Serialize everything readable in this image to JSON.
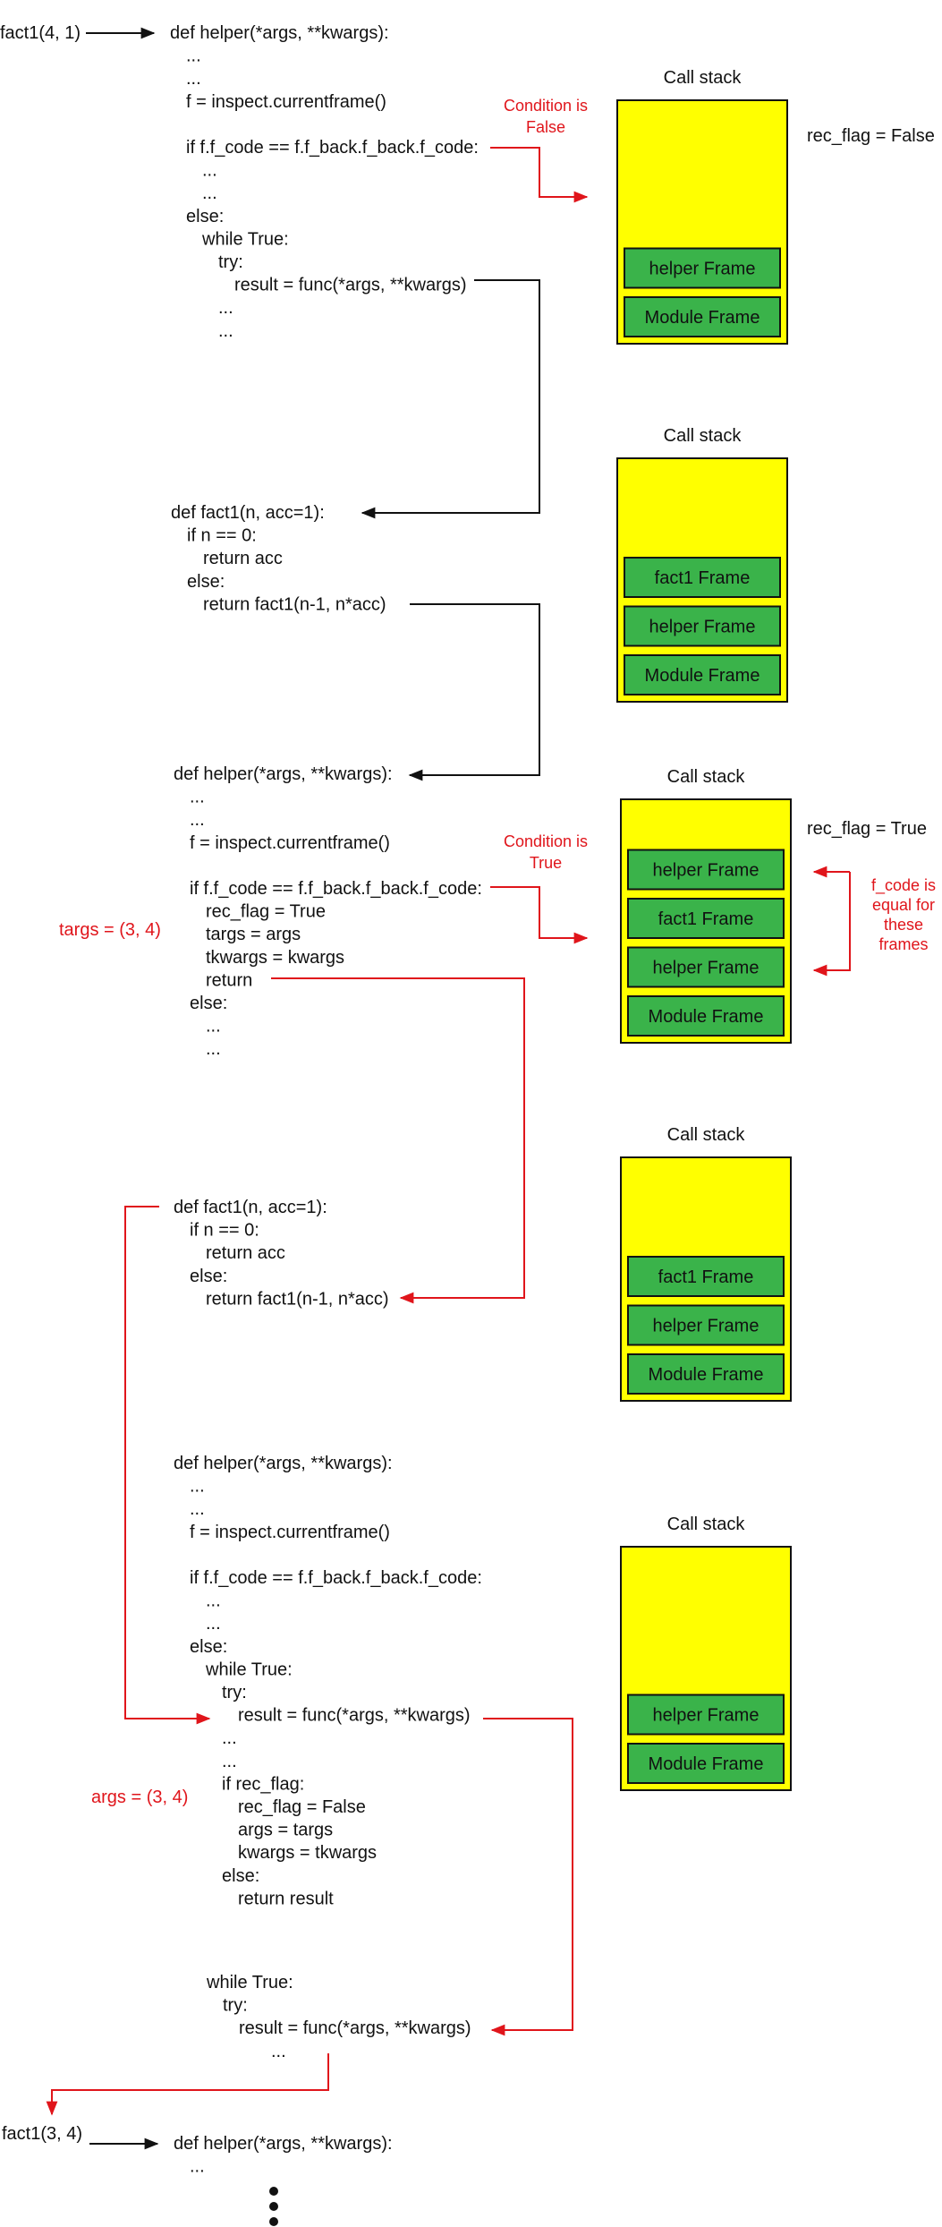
{
  "colors": {
    "stack_fill": "#ffff00",
    "frame_fill": "#3ab34a",
    "black_arrow": "#111111",
    "red_arrow": "#e0151b"
  },
  "call_start": "fact1(4, 1)",
  "call_end": "fact1(3, 4)",
  "continuation_icon": "vertical-ellipsis",
  "blocks": [
    {
      "name": "helper-block-1",
      "lines": [
        {
          "t": "def helper(*args, **kwargs):",
          "i": 0
        },
        {
          "t": "...",
          "i": 1
        },
        {
          "t": "...",
          "i": 1
        },
        {
          "t": "f = inspect.currentframe()",
          "i": 1
        },
        {
          "t": "",
          "i": 1
        },
        {
          "t": "if f.f_code == f.f_back.f_back.f_code:",
          "i": 1
        },
        {
          "t": "...",
          "i": 2
        },
        {
          "t": "...",
          "i": 2
        },
        {
          "t": "else:",
          "i": 1
        },
        {
          "t": "while True:",
          "i": 2
        },
        {
          "t": "try:",
          "i": 3
        },
        {
          "t": "result = func(*args, **kwargs)",
          "i": 4
        },
        {
          "t": "...",
          "i": 3
        },
        {
          "t": "...",
          "i": 3
        }
      ]
    },
    {
      "name": "fact1-block-1",
      "lines": [
        {
          "t": "def fact1(n, acc=1):",
          "i": 0
        },
        {
          "t": "if n == 0:",
          "i": 1
        },
        {
          "t": "return acc",
          "i": 2
        },
        {
          "t": "else:",
          "i": 1
        },
        {
          "t": "return fact1(n-1, n*acc)",
          "i": 2
        }
      ]
    },
    {
      "name": "helper-block-2",
      "lines": [
        {
          "t": "def helper(*args, **kwargs):",
          "i": 0
        },
        {
          "t": "...",
          "i": 1
        },
        {
          "t": "...",
          "i": 1
        },
        {
          "t": "f = inspect.currentframe()",
          "i": 1
        },
        {
          "t": "",
          "i": 1
        },
        {
          "t": "if  f.f_code == f.f_back.f_back.f_code:",
          "i": 1
        },
        {
          "t": "rec_flag = True",
          "i": 2
        },
        {
          "t": "targs = args",
          "i": 2
        },
        {
          "t": "tkwargs = kwargs",
          "i": 2
        },
        {
          "t": "return",
          "i": 2
        },
        {
          "t": "else:",
          "i": 1
        },
        {
          "t": "...",
          "i": 2
        },
        {
          "t": "...",
          "i": 2
        }
      ]
    },
    {
      "name": "fact1-block-2",
      "lines": [
        {
          "t": "def fact1(n, acc=1):",
          "i": 0
        },
        {
          "t": "if n == 0:",
          "i": 1
        },
        {
          "t": "return acc",
          "i": 2
        },
        {
          "t": "else:",
          "i": 1
        },
        {
          "t": "return fact1(n-1, n*acc)",
          "i": 2
        }
      ]
    },
    {
      "name": "helper-block-3",
      "lines": [
        {
          "t": "def helper(*args, **kwargs):",
          "i": 0
        },
        {
          "t": "...",
          "i": 1
        },
        {
          "t": "...",
          "i": 1
        },
        {
          "t": "f = inspect.currentframe()",
          "i": 1
        },
        {
          "t": "",
          "i": 1
        },
        {
          "t": "if  f.f_code == f.f_back.f_back.f_code:",
          "i": 1
        },
        {
          "t": "...",
          "i": 2
        },
        {
          "t": "...",
          "i": 2
        },
        {
          "t": "else:",
          "i": 1
        },
        {
          "t": "while True:",
          "i": 2
        },
        {
          "t": "try:",
          "i": 3
        },
        {
          "t": "result = func(*args, **kwargs)",
          "i": 4
        },
        {
          "t": "...",
          "i": 3
        },
        {
          "t": "...",
          "i": 3
        },
        {
          "t": "if rec_flag:",
          "i": 3
        },
        {
          "t": "rec_flag = False",
          "i": 4
        },
        {
          "t": "args = targs",
          "i": 4
        },
        {
          "t": "kwargs = tkwargs",
          "i": 4
        },
        {
          "t": "else:",
          "i": 3
        },
        {
          "t": "return result",
          "i": 4
        }
      ]
    },
    {
      "name": "while-block",
      "lines": [
        {
          "t": "while True:",
          "i": 0
        },
        {
          "t": "try:",
          "i": 1
        },
        {
          "t": "result = func(*args, **kwargs)",
          "i": 2
        },
        {
          "t": "...",
          "i": 4
        }
      ]
    },
    {
      "name": "helper-block-4",
      "lines": [
        {
          "t": "def helper(*args, **kwargs):",
          "i": 0
        },
        {
          "t": "...",
          "i": 1
        }
      ]
    }
  ],
  "stacks": [
    {
      "title": "Call stack",
      "frames": [
        "helper Frame",
        "Module Frame"
      ]
    },
    {
      "title": "Call stack",
      "frames": [
        "fact1 Frame",
        "helper Frame",
        "Module Frame"
      ]
    },
    {
      "title": "Call stack",
      "frames": [
        "helper Frame",
        "fact1 Frame",
        "helper Frame",
        "Module Frame"
      ]
    },
    {
      "title": "Call stack",
      "frames": [
        "fact1 Frame",
        "helper Frame",
        "Module Frame"
      ]
    },
    {
      "title": "Call stack",
      "frames": [
        "helper Frame",
        "Module Frame"
      ]
    }
  ],
  "annotations": {
    "condition_false": [
      "Condition is",
      "False"
    ],
    "condition_true": [
      "Condition is",
      "True"
    ],
    "rec_flag_false": "rec_flag = False",
    "rec_flag_true": "rec_flag = True",
    "f_code_note": [
      "f_code is",
      "equal for",
      "these",
      "frames"
    ],
    "targs": "targs = (3, 4)",
    "args": "args = (3, 4)"
  }
}
